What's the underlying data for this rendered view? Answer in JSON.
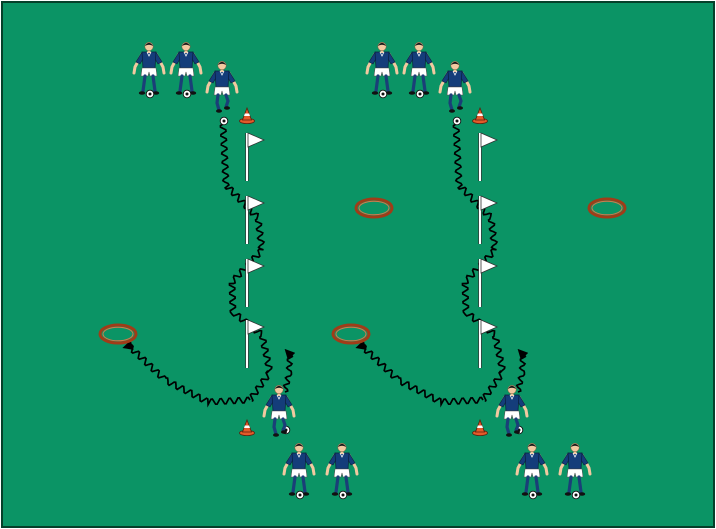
{
  "diagram": {
    "title": "",
    "colors": {
      "pitch": "#0b9465",
      "pitch_border": "#05402a",
      "shirt": "#143d7a",
      "shirt_shade": "#0c2a58",
      "shorts": "#ffffff",
      "socks": "#1a3f78",
      "skin": "#f2c9a0",
      "hair": "#1a1a1a",
      "path": "#000000",
      "flag": "#ffffff",
      "pole": "#ffffff",
      "cone": "#e35a2a",
      "hoop": "#a03c18",
      "ball": "#ffffff"
    },
    "elements": {
      "players": "footballer-figure-icon",
      "balls": "soccer-ball-icon",
      "cones": "cone-icon",
      "flags": "flag-post-icon",
      "hoops": "hoop-ring-icon",
      "dribble_paths": "wavy-dribble-arrow"
    },
    "stations": [
      "left-drill",
      "right-drill"
    ],
    "players_per_station": 6,
    "flags_per_station": 4,
    "cones_per_station": 2,
    "hoops_per_station": 2
  }
}
